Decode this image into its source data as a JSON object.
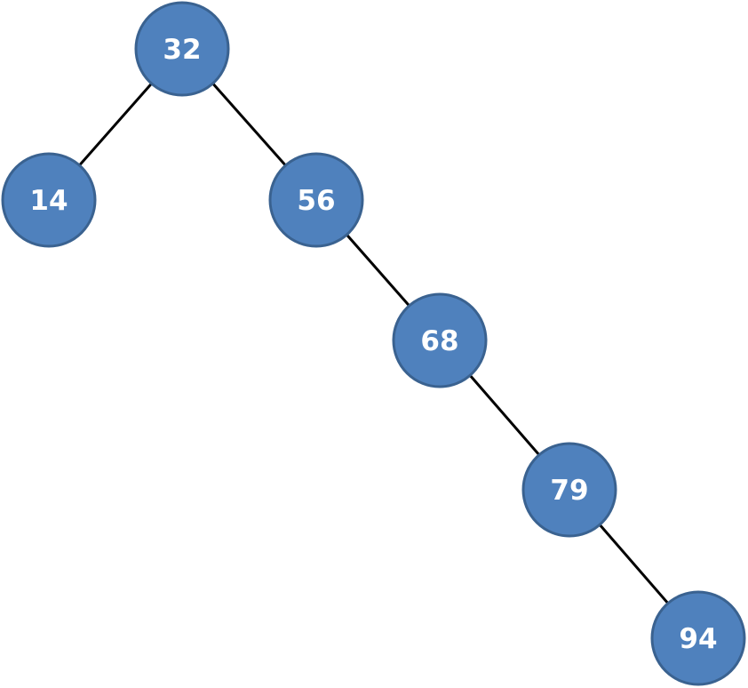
{
  "tree": {
    "nodes": [
      {
        "id": "n32",
        "label": "32"
      },
      {
        "id": "n14",
        "label": "14"
      },
      {
        "id": "n56",
        "label": "56"
      },
      {
        "id": "n68",
        "label": "68"
      },
      {
        "id": "n79",
        "label": "79"
      },
      {
        "id": "n94",
        "label": "94"
      }
    ],
    "edges": [
      {
        "from": "n32",
        "to": "n14"
      },
      {
        "from": "n32",
        "to": "n56"
      },
      {
        "from": "n56",
        "to": "n68"
      },
      {
        "from": "n68",
        "to": "n79"
      },
      {
        "from": "n79",
        "to": "n94"
      }
    ],
    "colors": {
      "node_fill": "#4f81bd",
      "node_border": "#3a6290",
      "label": "#ffffff",
      "edge": "#000000"
    }
  }
}
